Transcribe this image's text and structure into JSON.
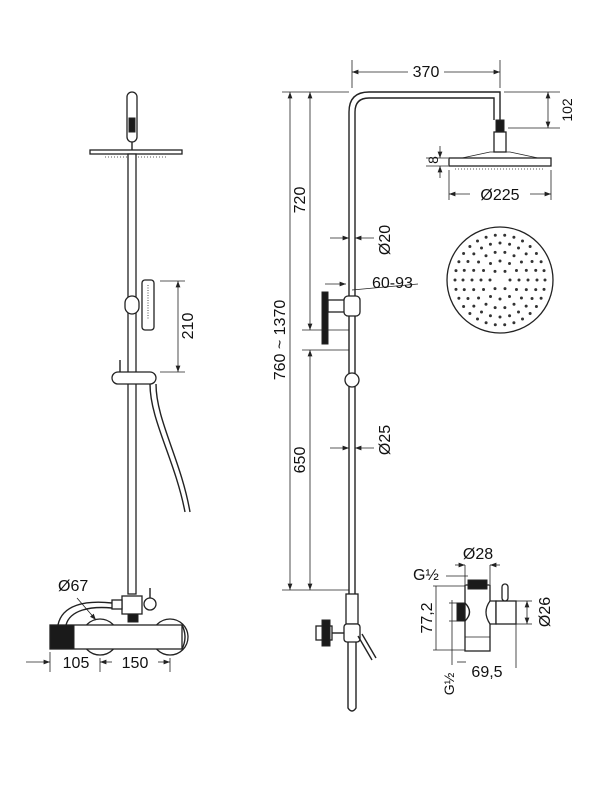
{
  "dimensions": {
    "arm_length": "370",
    "arm_drop": "102",
    "head_thickness": "8",
    "head_diameter": "Ø225",
    "upper_height": "720",
    "total_height": "760 ~ 1370",
    "lower_height": "650",
    "upper_pipe_diameter": "Ø20",
    "wall_bracket": "60-93",
    "lower_pipe_diameter": "Ø25",
    "slider_travel": "210",
    "mixer_knob_diameter": "Ø67",
    "mixer_offset": "105",
    "mixer_centers": "150",
    "diverter_diameter": "Ø28",
    "diverter_top_thread": "G½",
    "diverter_height": "77,2",
    "diverter_knob_diameter": "Ø26",
    "diverter_side_thread": "G½",
    "diverter_depth": "69,5"
  }
}
